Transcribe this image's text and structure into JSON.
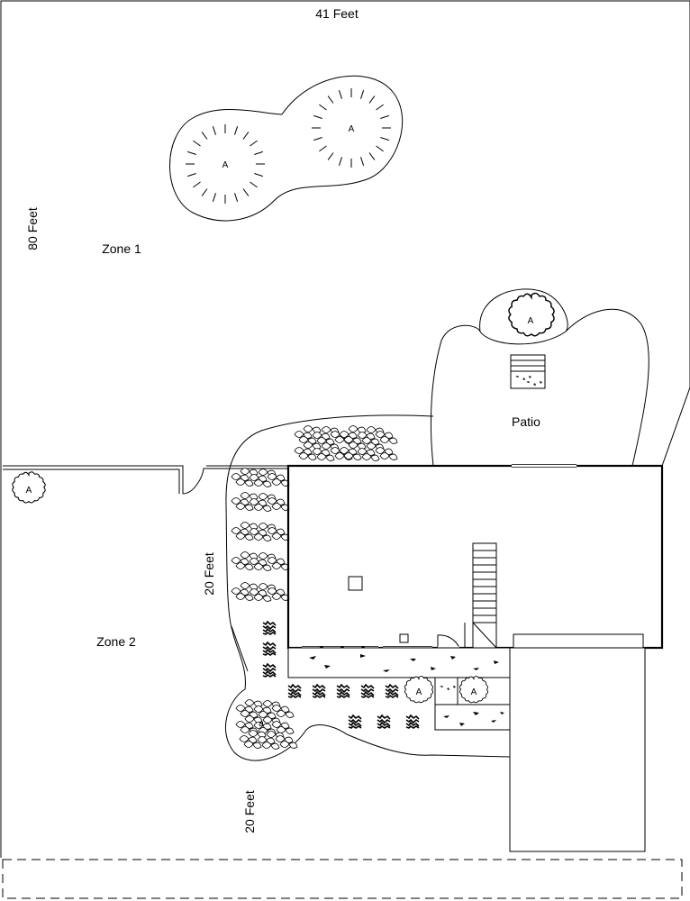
{
  "dimensions": {
    "top_width": "41 Feet",
    "left_height": "80 Feet",
    "side_yard": "20 Feet",
    "front_yard": "20 Feet"
  },
  "zones": {
    "zone1": "Zone 1",
    "zone2": "Zone 2"
  },
  "areas": {
    "patio": "Patio"
  },
  "plant_labels": {
    "large_shrub_left": "A",
    "large_shrub_right": "A",
    "patio_tree": "A",
    "fence_tree": "A",
    "front_tree_1": "A",
    "front_tree_2": "A",
    "front_shrub": "a"
  }
}
